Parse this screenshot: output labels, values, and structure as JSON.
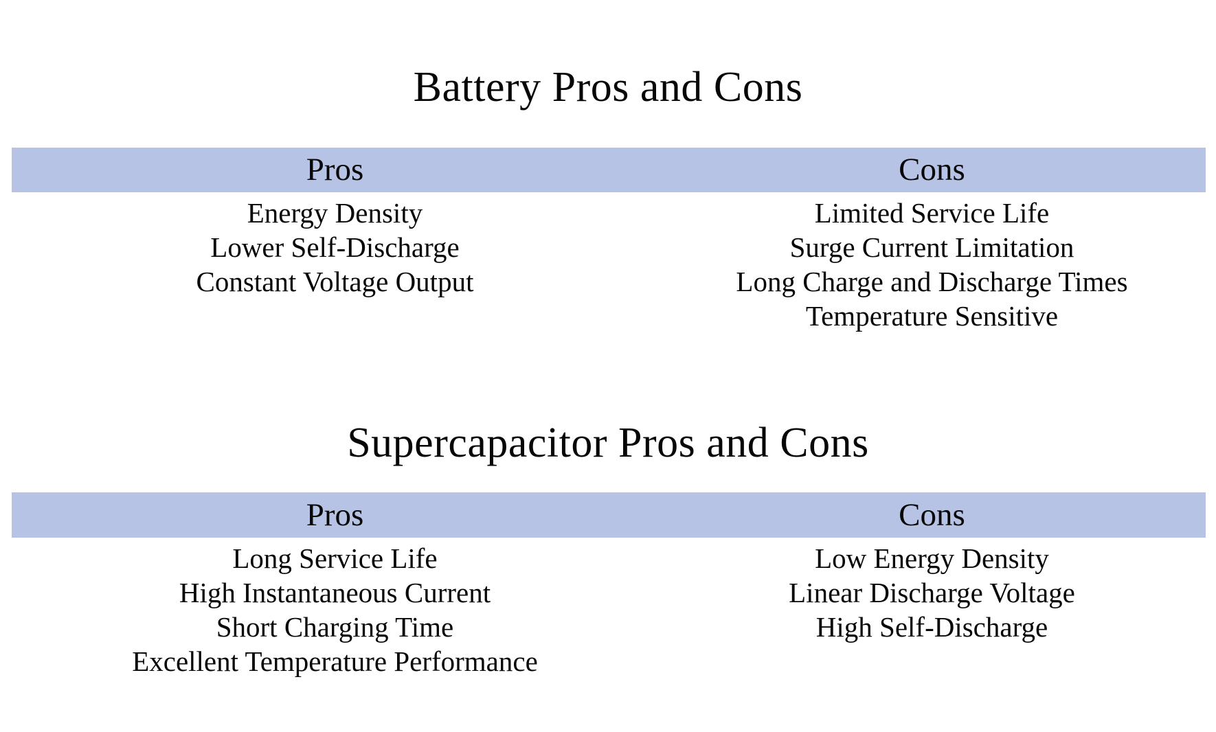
{
  "page": {
    "background_color": "#ffffff",
    "text_color": "#070707",
    "header_bar_color": "#b6c3e4"
  },
  "tables": [
    {
      "title": "Battery Pros and Cons",
      "columns": [
        {
          "header": "Pros",
          "items": [
            "Energy Density",
            "Lower Self-Discharge",
            "Constant Voltage Output"
          ]
        },
        {
          "header": "Cons",
          "items": [
            "Limited Service Life",
            "Surge Current Limitation",
            "Long Charge and Discharge Times",
            "Temperature Sensitive"
          ]
        }
      ]
    },
    {
      "title": "Supercapacitor Pros and Cons",
      "columns": [
        {
          "header": "Pros",
          "items": [
            "Long Service Life",
            "High Instantaneous Current",
            "Short Charging Time",
            "Excellent Temperature Performance"
          ]
        },
        {
          "header": "Cons",
          "items": [
            "Low Energy Density",
            "Linear Discharge Voltage",
            "High Self-Discharge"
          ]
        }
      ]
    }
  ]
}
